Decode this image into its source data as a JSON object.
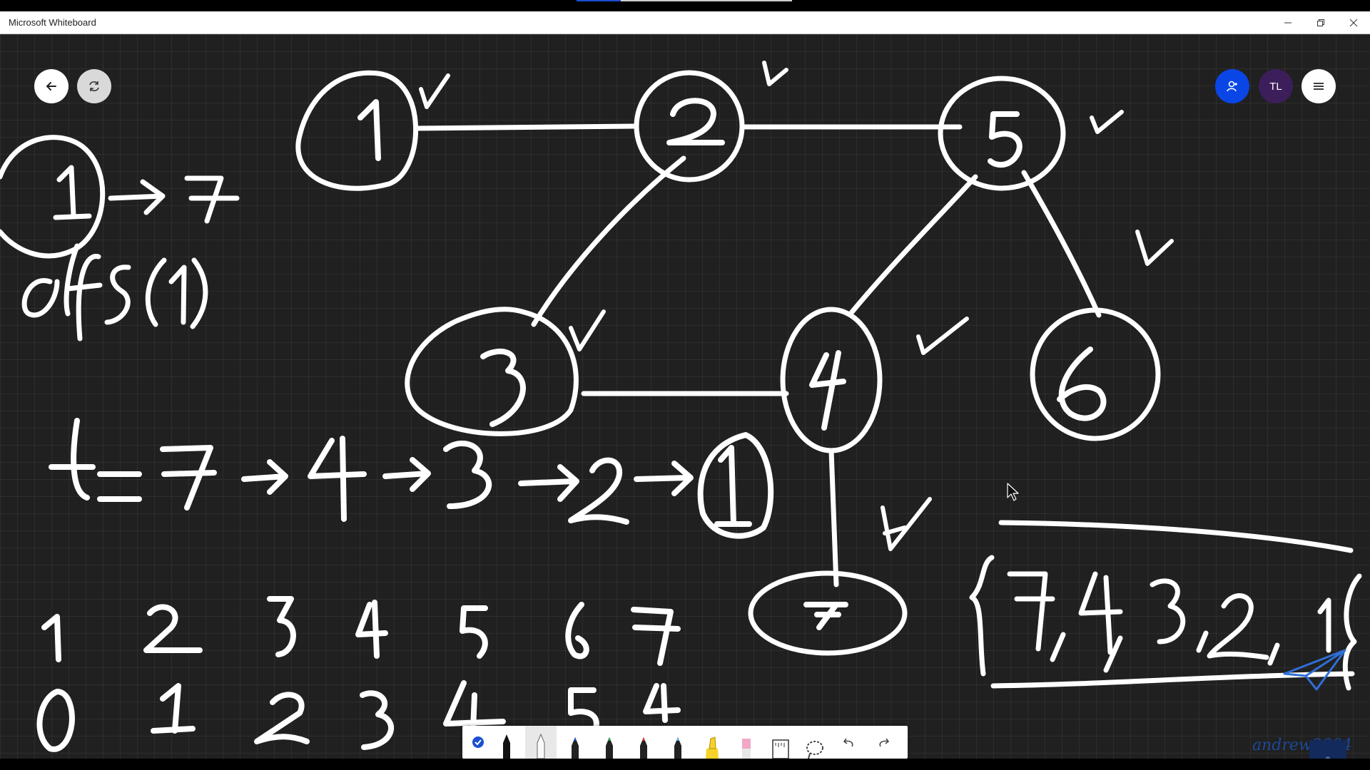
{
  "window": {
    "title": "Microsoft Whiteboard",
    "minimize_icon": "minimize-icon",
    "restore_icon": "restore-icon",
    "close_icon": "close-icon"
  },
  "header": {
    "back_icon": "arrow-left-icon",
    "sync_icon": "sync-icon",
    "invite_icon": "person-add-icon",
    "avatar_initials": "TL",
    "menu_icon": "hamburger-menu-icon"
  },
  "colors": {
    "board_bg": "#202020",
    "ink": "#ffffff",
    "accent_blue": "#0a46e6",
    "avatar_purple": "#3c1e5a"
  },
  "board": {
    "graph_nodes": [
      "1",
      "2",
      "5",
      "3",
      "4",
      "6",
      "7"
    ],
    "graph_edges": [
      [
        "1",
        "2"
      ],
      [
        "2",
        "5"
      ],
      [
        "2",
        "3"
      ],
      [
        "3",
        "4"
      ],
      [
        "5",
        "4"
      ],
      [
        "5",
        "6"
      ],
      [
        "4",
        "7"
      ]
    ],
    "left_note": [
      "1",
      "→",
      "7"
    ],
    "call": "dfs(1)",
    "path_label": "t=",
    "path": [
      "7",
      "4",
      "3",
      "2",
      "1"
    ],
    "table_top": [
      "1",
      "2",
      "3",
      "4",
      "5",
      "6",
      "7"
    ],
    "table_bottom": [
      "0",
      "1",
      "2",
      "3",
      "4",
      "5",
      "4"
    ],
    "result_set": "{7,4,3,2,1(",
    "watermark": "andrew2804"
  },
  "toolbar": {
    "tools": [
      "select-check-icon",
      "black-pen-icon",
      "white-pen-icon",
      "blue-pen-icon",
      "green-pen-icon",
      "red-pen-icon",
      "light-blue-pen-icon",
      "highlighter-icon",
      "eraser-icon",
      "ruler-icon",
      "lasso-icon",
      "undo-icon",
      "redo-icon"
    ]
  }
}
